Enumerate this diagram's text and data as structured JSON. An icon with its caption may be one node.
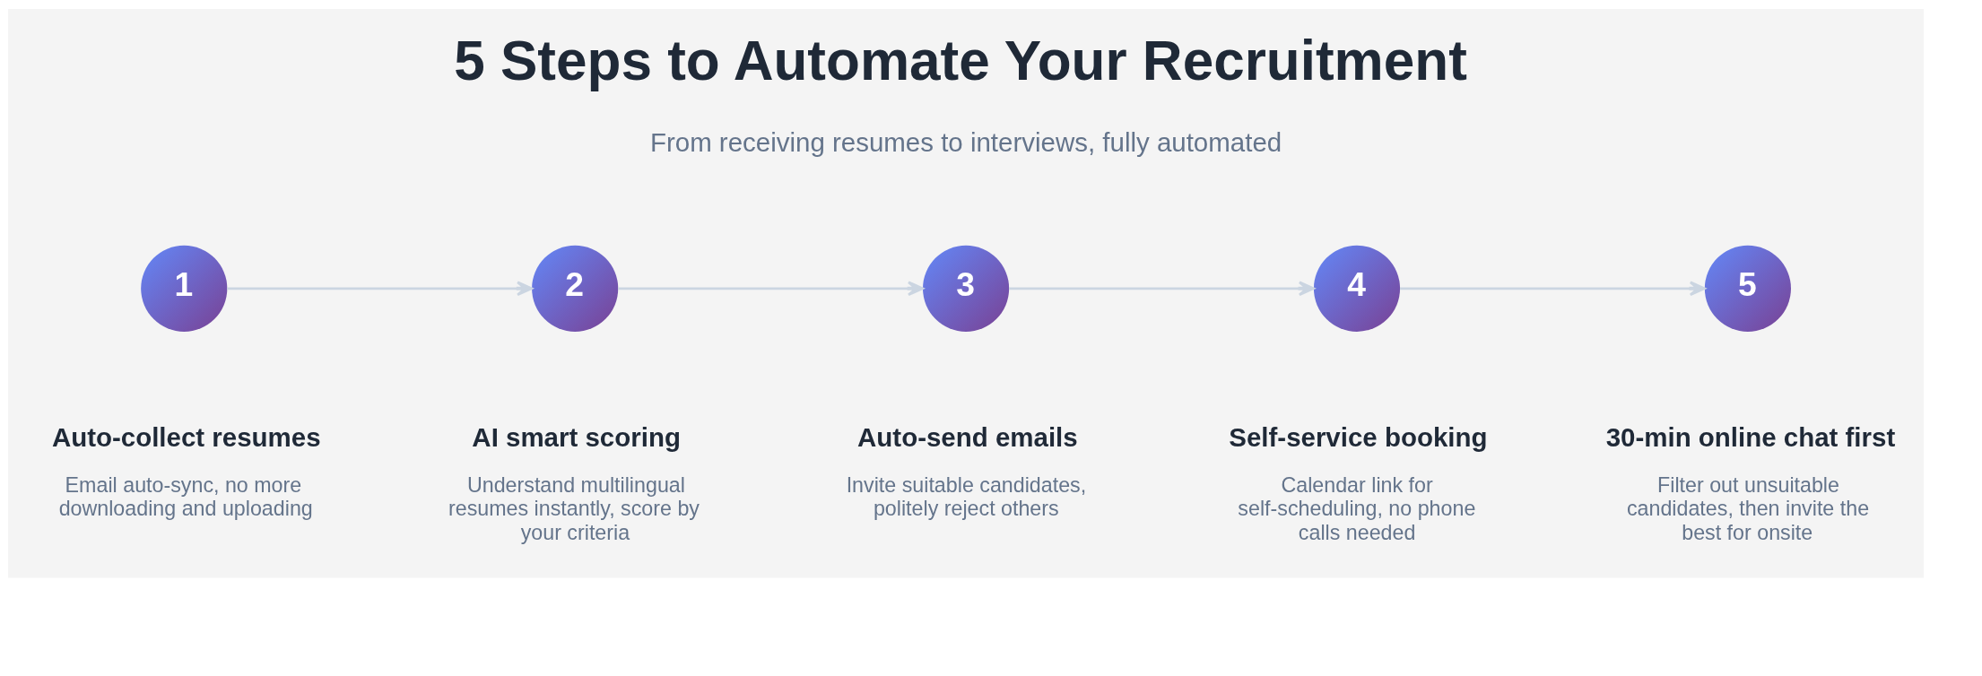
{
  "diagram": {
    "title": "5 Steps to Automate Your Recruitment",
    "nodes": [
      {
        "text": [
          "1"
        ],
        "beside": [
          "Auto-collect resumes",
          "Email auto-sync, no more downloading and uploading"
        ]
      },
      {
        "text": [
          "2"
        ],
        "beside": [
          "AI smart scoring",
          "Understand multilingual resumes instantly, score by your criteria"
        ]
      },
      {
        "text": [
          "3"
        ],
        "beside": [
          "Auto-send emails",
          "Invite suitable candidates, politely reject others"
        ]
      },
      {
        "text": [
          "4"
        ],
        "beside": [
          "Self-service booking",
          "Calendar link for self-scheduling, no phone calls needed"
        ]
      },
      {
        "text": [
          "5"
        ],
        "beside": [
          "30-min online chat first",
          "Filter out unsuitable candidates, then invite the best for onsite"
        ]
      }
    ],
    "edges": [
      {
        "from": 0,
        "to": 1,
        "arrow": "to"
      },
      {
        "from": 1,
        "to": 2,
        "arrow": "to"
      },
      {
        "from": 2,
        "to": 3,
        "arrow": "to"
      },
      {
        "from": 3,
        "to": 4,
        "arrow": "to"
      }
    ],
    "labels": [
      "From receiving resumes to interviews, fully automated"
    ]
  }
}
